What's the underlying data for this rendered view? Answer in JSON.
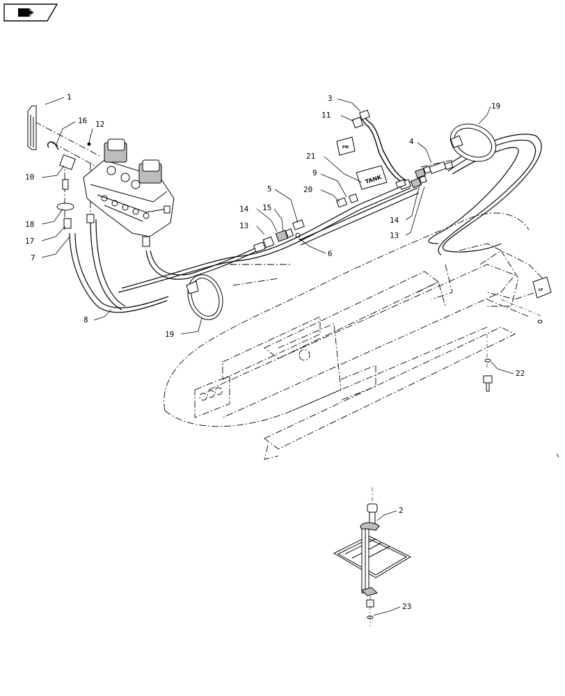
{
  "diagram": {
    "callouts": {
      "c1": "1",
      "c2": "2",
      "c3": "3",
      "c4": "4",
      "c5": "5",
      "c6": "6",
      "c7": "7",
      "c8": "8",
      "c9": "9",
      "c10": "10",
      "c11": "11",
      "c12": "12",
      "c13a": "13",
      "c13b": "13",
      "c14a": "14",
      "c14b": "14",
      "c15": "15",
      "c16": "16",
      "c17": "17",
      "c18": "18",
      "c19a": "19",
      "c19b": "19",
      "c20": "20",
      "c21": "21",
      "c22": "22",
      "c23": "23"
    },
    "decals": {
      "tank": "TANK",
      "pwr": "PW",
      "lf": "LF"
    }
  }
}
